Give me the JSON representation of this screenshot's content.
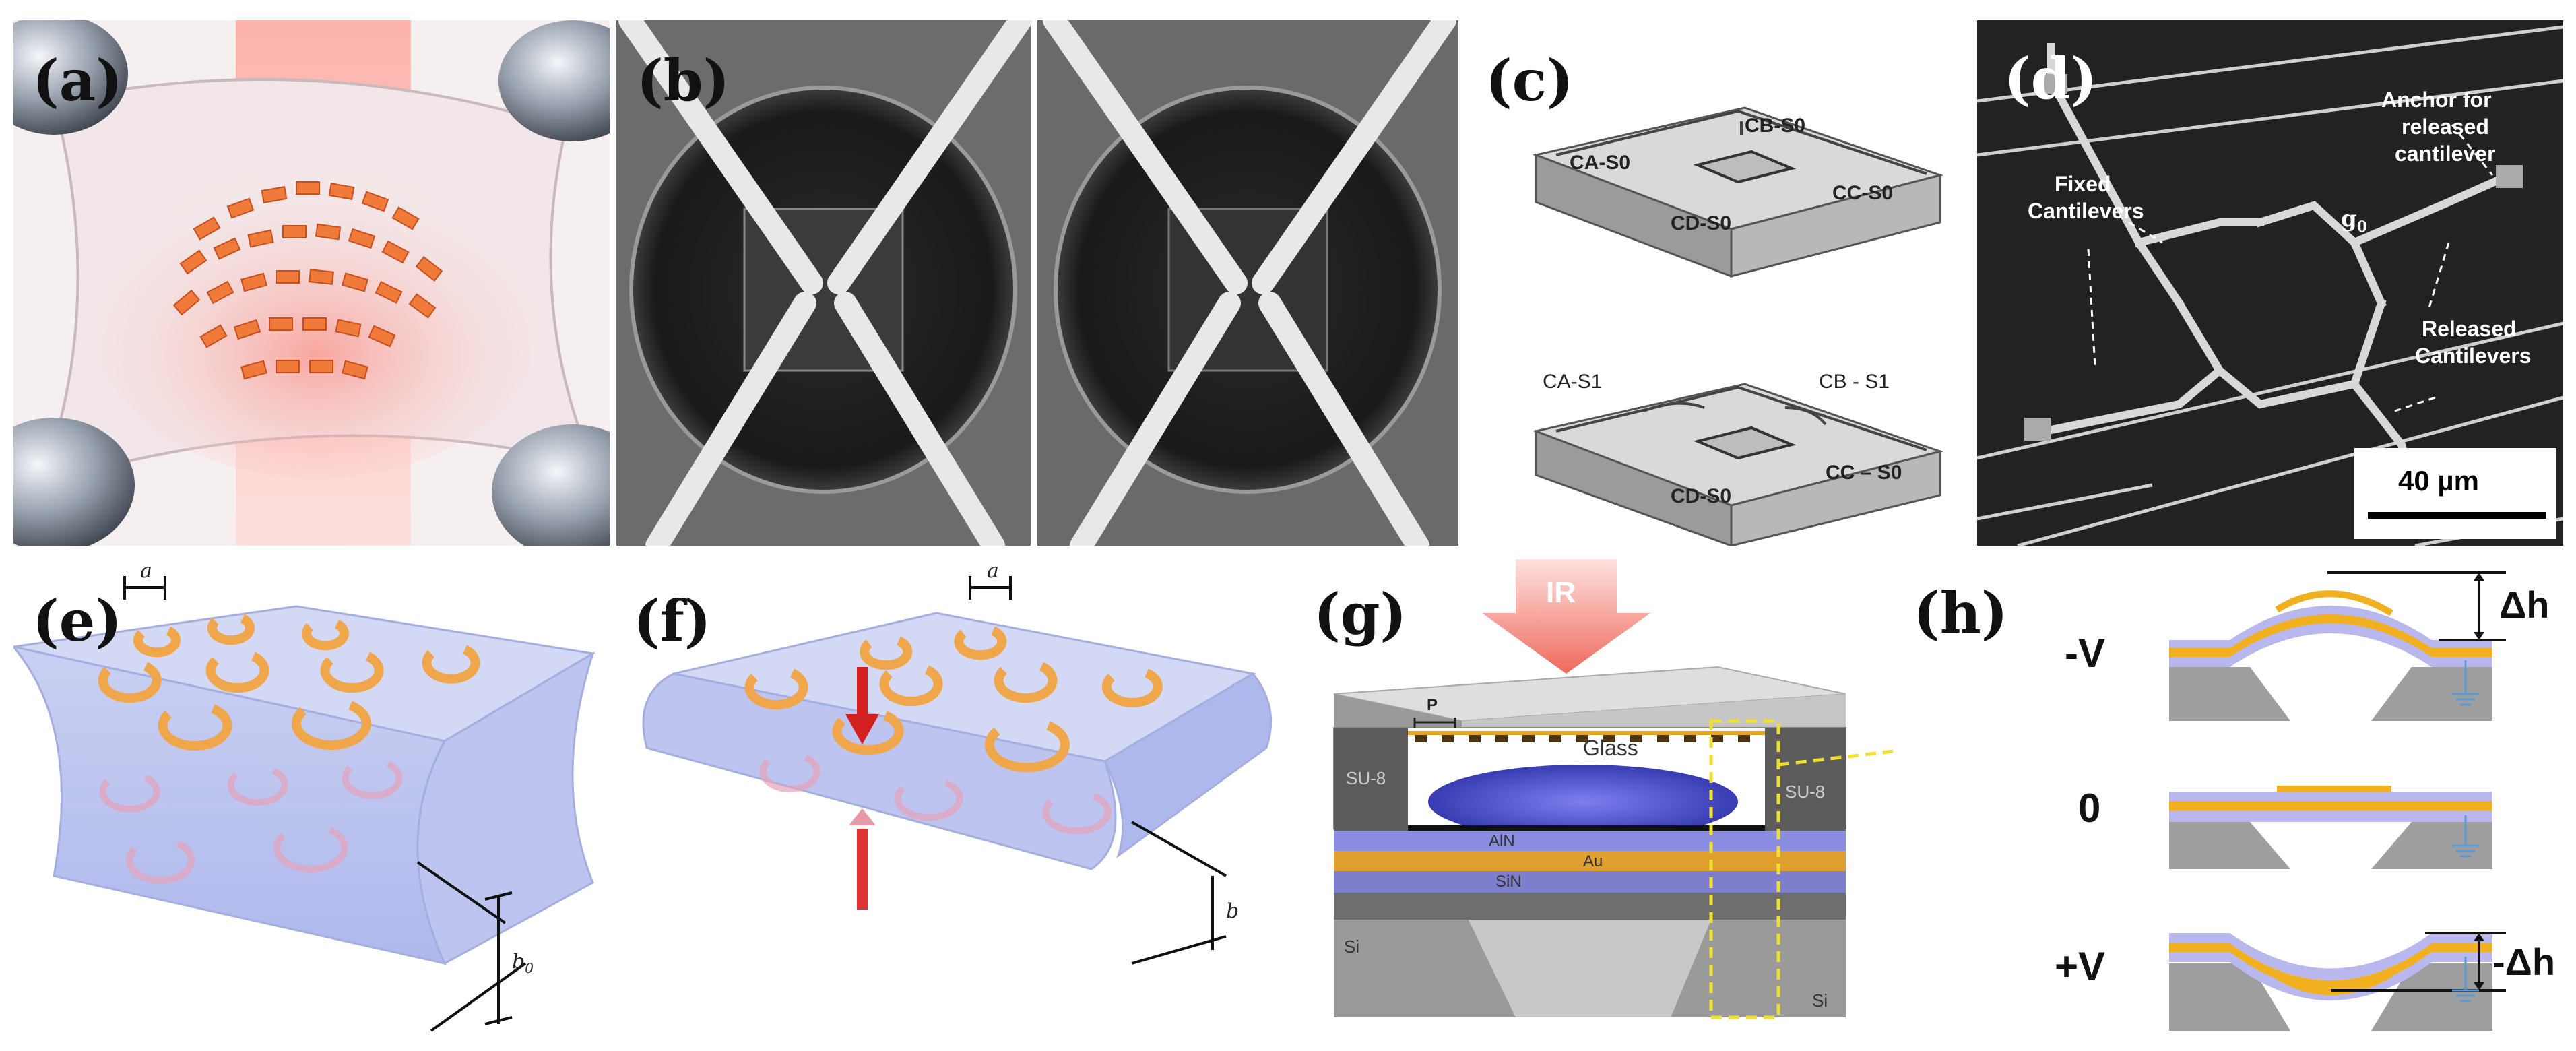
{
  "figure": {
    "panels": [
      {
        "label": "(a)"
      },
      {
        "label": "(b)"
      },
      {
        "label": "(c)"
      },
      {
        "label": "(d)"
      },
      {
        "label": "(e)"
      },
      {
        "label": "(f)"
      },
      {
        "label": "(g)"
      },
      {
        "label": "(h)"
      }
    ]
  },
  "panel_c": {
    "top_labels": [
      "CA-S0",
      "CB-S0",
      "CC-S0",
      "CD-S0"
    ],
    "bottom_labels": [
      "CA-S1",
      "CB - S1",
      "CC – S0",
      "CD-S0"
    ]
  },
  "panel_d": {
    "anchor_label_1": "Anchor for",
    "anchor_label_2": "released",
    "anchor_label_3": "cantilever",
    "fixed_label_1": "Fixed",
    "fixed_label_2": "Cantilevers",
    "released_label_1": "Released",
    "released_label_2": "Cantilevers",
    "gap_label": "g",
    "gap_sub": "0",
    "scale_bar": "40 µm"
  },
  "panel_e": {
    "a_label": "a",
    "b_label": "b",
    "b_sub": "0"
  },
  "panel_f": {
    "a_label": "a",
    "b_label": "b"
  },
  "panel_g": {
    "ir_label": "IR",
    "p_label": "P",
    "glass_label": "Glass",
    "su8_left": "SU-8",
    "su8_right": "SU-8",
    "aln_label": "AlN",
    "au_label": "Au",
    "sin_label": "SiN",
    "si_left": "Si",
    "si_right": "Si"
  },
  "panel_h": {
    "minus_v": "-V",
    "zero": "0",
    "plus_v": "+V",
    "dh_top": "Δh",
    "dh_bottom": "-Δh"
  }
}
